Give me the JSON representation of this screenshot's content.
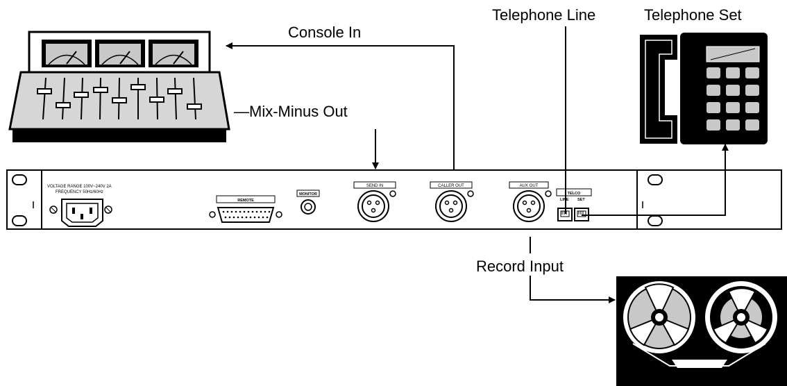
{
  "labels": {
    "console_in": "Console In",
    "mix_minus_out": "—Mix-Minus Out",
    "telephone_line": "Telephone Line",
    "telephone_set": "Telephone Set",
    "record_input": "Record Input"
  },
  "panel": {
    "voltage": "VOLTAGE RANGE 100V~240V 2A",
    "frequency": "FREQUENCY 50Hz/60Hz",
    "remote": "REMOTE",
    "monitor": "MONITOR",
    "send_in": "SEND IN",
    "caller_out": "CALLER OUT",
    "aux_out": "AUX OUT",
    "telco": "TELCO",
    "line": "LINE",
    "set": "SET"
  },
  "colors": {
    "ink": "#000000",
    "paper": "#ffffff",
    "meter_face": "#c8c8c8",
    "console_face": "#d6d6d6"
  }
}
